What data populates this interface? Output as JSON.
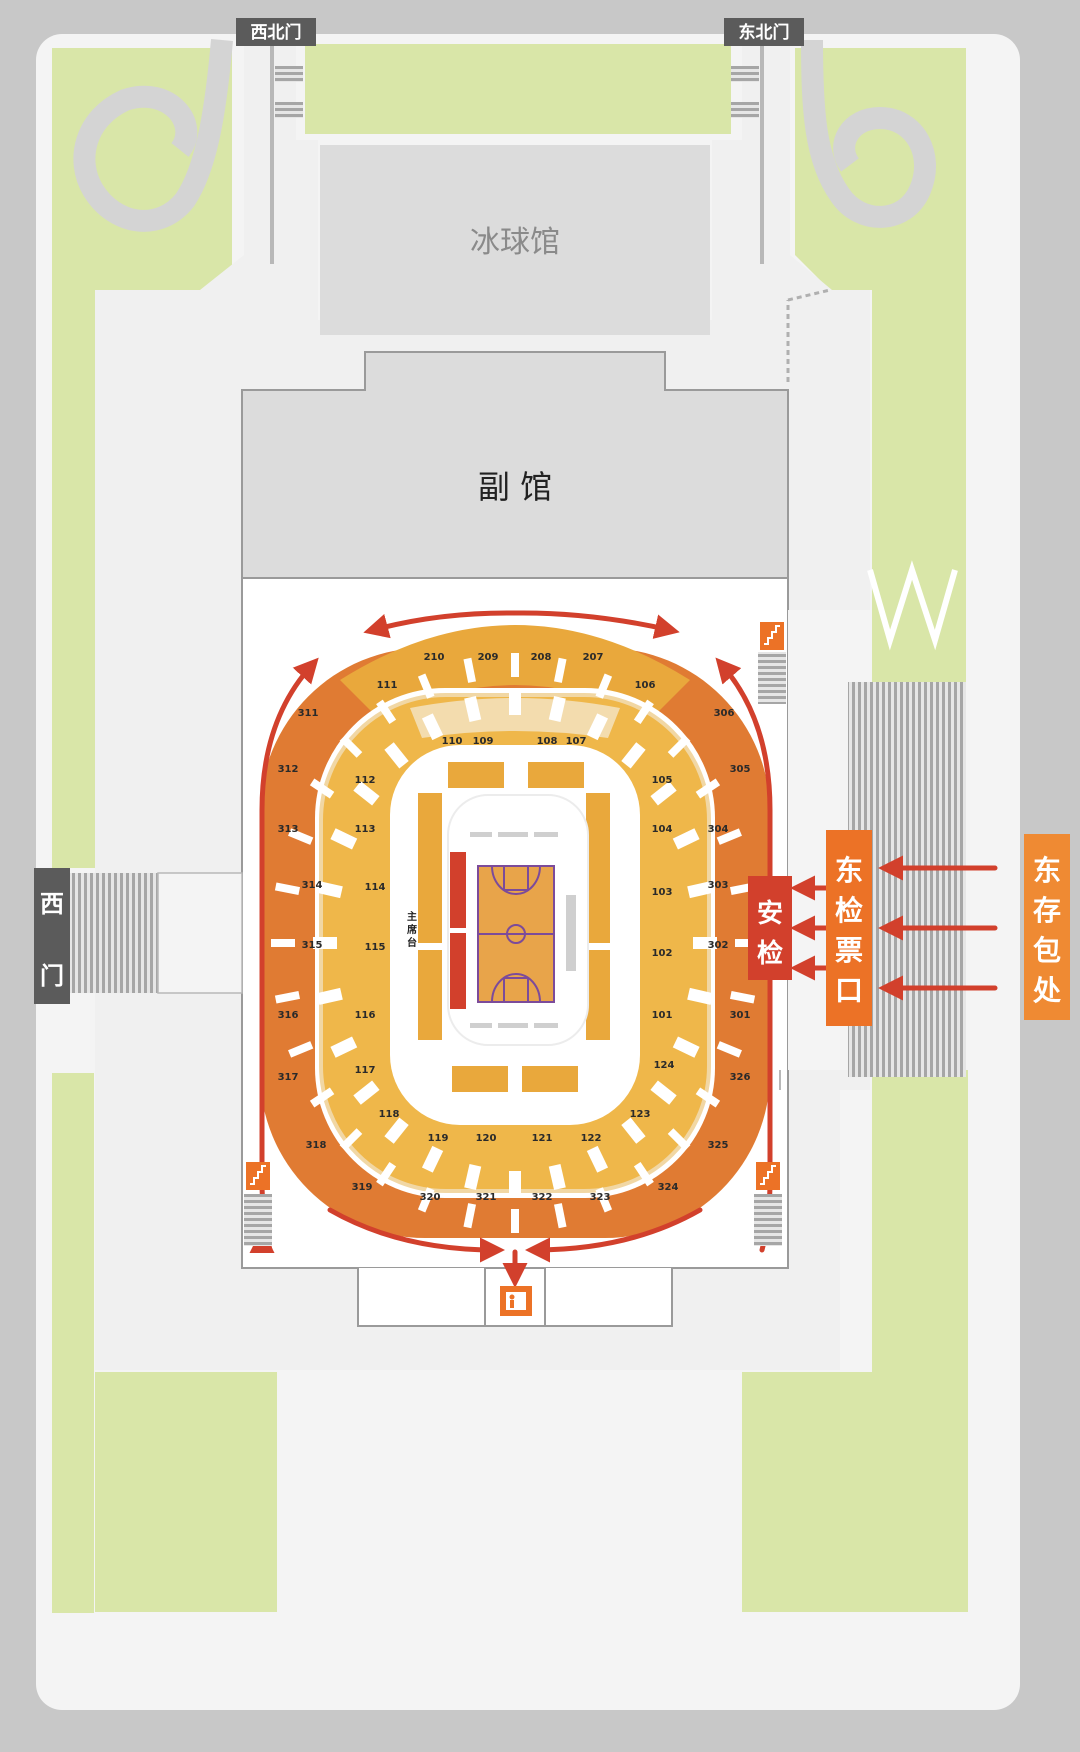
{
  "labels": {
    "northwest_gate": "西北门",
    "northeast_gate": "东北门",
    "west_gate": [
      "西",
      "门"
    ],
    "ice_hall": "冰球馆",
    "sub_hall": "副 馆",
    "main_stand": [
      "主",
      "席",
      "台"
    ],
    "security": [
      "安",
      "检"
    ],
    "east_ticket": [
      "东",
      "检",
      "票",
      "口"
    ],
    "east_luggage": [
      "东",
      "存",
      "包",
      "处"
    ]
  },
  "sections": {
    "ring_300": [
      "311",
      "312",
      "313",
      "314",
      "315",
      "316",
      "317",
      "318",
      "319",
      "320",
      "321",
      "322",
      "323",
      "324",
      "325",
      "326",
      "301",
      "302",
      "303",
      "304",
      "305",
      "306"
    ],
    "ring_200": [
      "210",
      "209",
      "208",
      "207"
    ],
    "ring_100": [
      "111",
      "106",
      "110",
      "109",
      "108",
      "107",
      "112",
      "113",
      "114",
      "115",
      "116",
      "117",
      "118",
      "119",
      "120",
      "121",
      "122",
      "123",
      "124",
      "101",
      "102",
      "103",
      "104",
      "105"
    ]
  },
  "colors": {
    "background_frame": "#c8c8c8",
    "page": "#f4f4f4",
    "green_space": "#d9e6a8",
    "building_gray": "#dcdcdc",
    "section_300": "#e07b33",
    "section_200": "#e9a83c",
    "section_100": "#efb74a",
    "accent_red": "#d2402c",
    "accent_orange": "#ec7226",
    "luggage_orange": "#ef8a33"
  }
}
